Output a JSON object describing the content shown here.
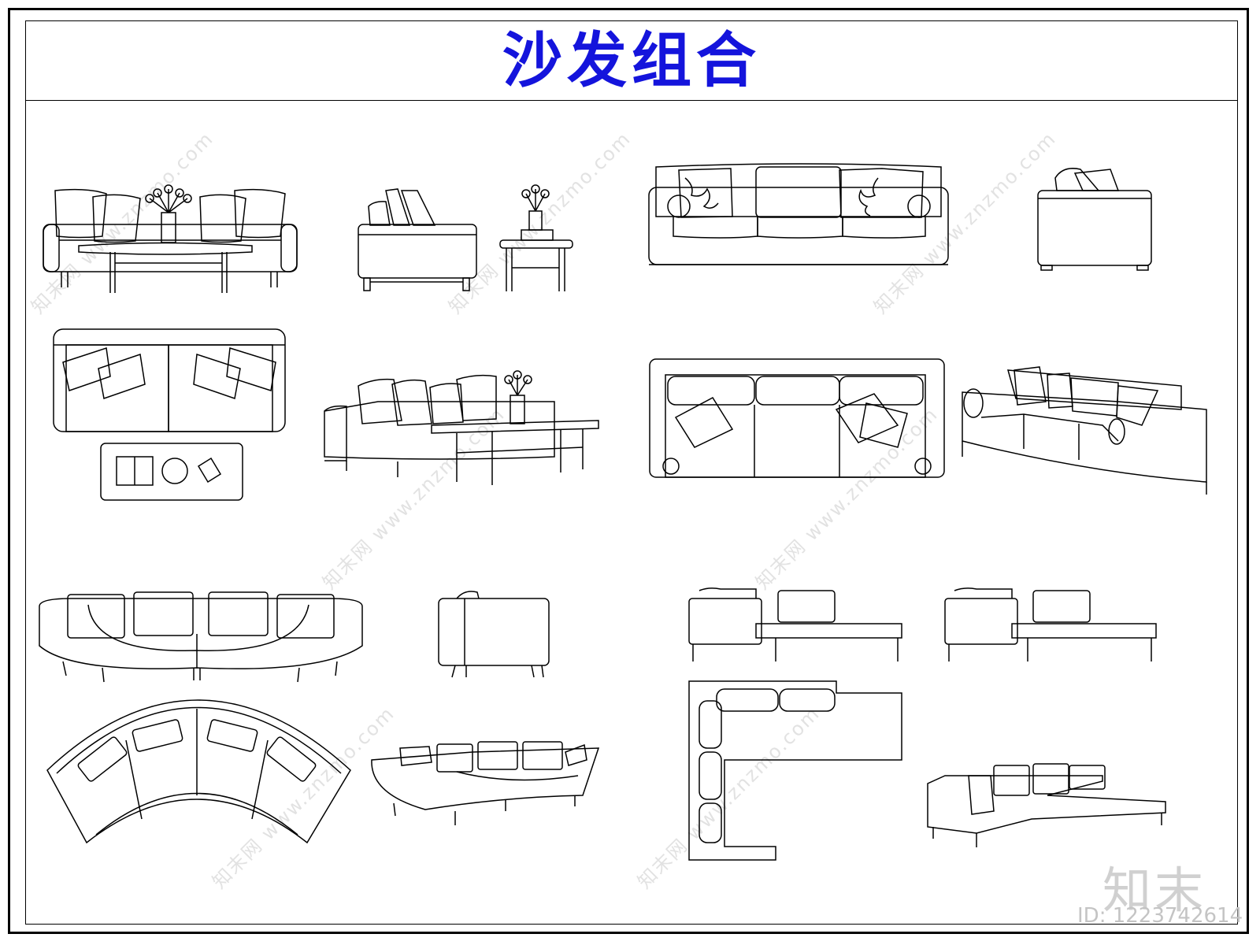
{
  "title": "沙发组合",
  "watermark": {
    "brand": "知末网",
    "url": "www.znzmo.com"
  },
  "logo": "知末",
  "id_label": "ID: 1223742614",
  "colors": {
    "title": "#1414dc",
    "line": "#000000",
    "watermark": "#e2e2e2"
  }
}
